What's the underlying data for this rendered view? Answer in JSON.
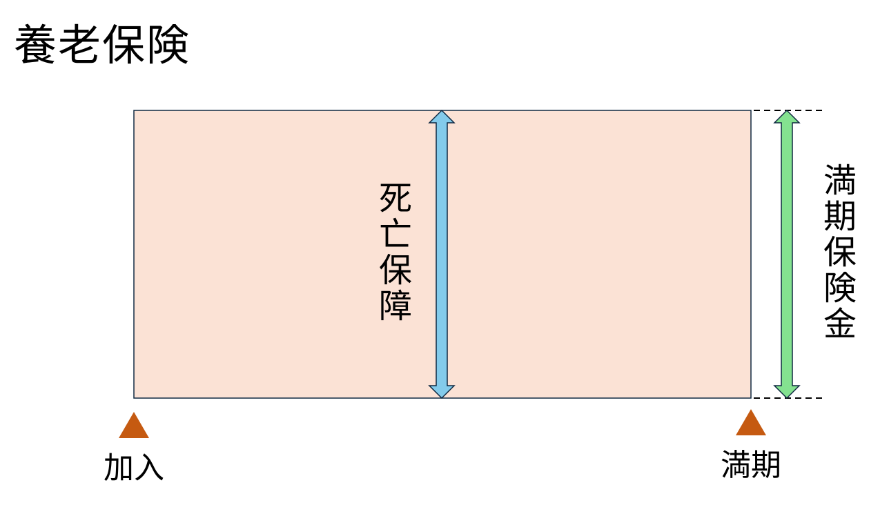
{
  "title": "養老保険",
  "death_coverage_label": "死亡保障",
  "maturity_benefit_label": "満期保険金",
  "start_label": "加入",
  "maturity_label": "満期",
  "colors": {
    "coverage_fill": "#FBE2D5",
    "death_arrow": "#83CBEB",
    "maturity_arrow": "#84E290",
    "marker": "#C55A11",
    "outline": "#0E2841"
  }
}
